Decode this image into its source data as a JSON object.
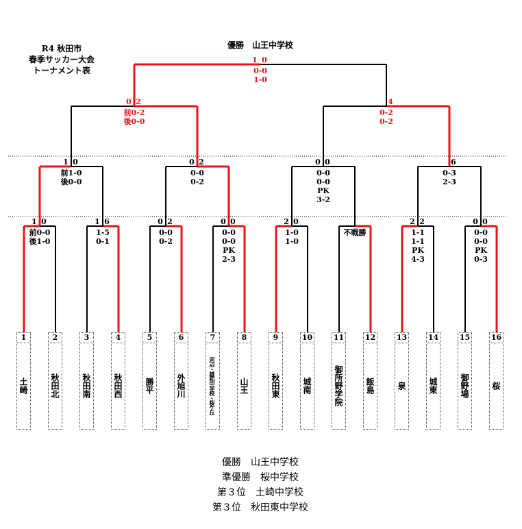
{
  "header": {
    "title_lines": [
      "R4 秋田市",
      "春季サッカー大会",
      "トーナメント表"
    ],
    "champion_label": "優勝　山王中学校"
  },
  "teams": [
    {
      "num": "1",
      "name": "土崎"
    },
    {
      "num": "2",
      "name": "秋田北"
    },
    {
      "num": "3",
      "name": "秋田南"
    },
    {
      "num": "4",
      "name": "秋田西"
    },
    {
      "num": "5",
      "name": "勝平"
    },
    {
      "num": "6",
      "name": "外旭川"
    },
    {
      "num": "7",
      "name": "河辺・雄和中学校・桜ケ丘"
    },
    {
      "num": "8",
      "name": "山王"
    },
    {
      "num": "9",
      "name": "秋田東"
    },
    {
      "num": "10",
      "name": "城南"
    },
    {
      "num": "11",
      "name": "御所野学院"
    },
    {
      "num": "12",
      "name": "飯島"
    },
    {
      "num": "13",
      "name": "泉"
    },
    {
      "num": "14",
      "name": "城東"
    },
    {
      "num": "15",
      "name": "御野場"
    },
    {
      "num": "16",
      "name": "桜"
    }
  ],
  "matches": [
    {
      "id": "r1m1",
      "lscore": "1",
      "rscore": "0",
      "detail": [
        "前0-0",
        "後1-0"
      ],
      "winner": "left",
      "red": true
    },
    {
      "id": "r1m2",
      "lscore": "1",
      "rscore": "6",
      "detail": [
        "1-5",
        "0-1"
      ],
      "winner": "right",
      "red": true
    },
    {
      "id": "r1m3",
      "lscore": "0",
      "rscore": "2",
      "detail": [
        "0-0",
        "0-2"
      ],
      "winner": "right",
      "red": true
    },
    {
      "id": "r1m4",
      "lscore": "0",
      "rscore": "0",
      "detail": [
        "0-0",
        "0-0",
        "PK",
        "2-3"
      ],
      "winner": "right",
      "red": true
    },
    {
      "id": "r1m5",
      "lscore": "2",
      "rscore": "0",
      "detail": [
        "1-0",
        "1-0"
      ],
      "winner": "left",
      "red": true
    },
    {
      "id": "r1m6",
      "lscore": "",
      "rscore": "",
      "detail": [
        "不戦勝"
      ],
      "winner": "right",
      "red": true
    },
    {
      "id": "r1m7",
      "lscore": "2",
      "rscore": "2",
      "detail": [
        "1-1",
        "1-1",
        "PK",
        "4-3"
      ],
      "winner": "left",
      "red": true
    },
    {
      "id": "r1m8",
      "lscore": "0",
      "rscore": "0",
      "detail": [
        "0-0",
        "0-0",
        "PK",
        "0-3"
      ],
      "winner": "right",
      "red": true
    },
    {
      "id": "r2m1",
      "lscore": "1",
      "rscore": "0",
      "detail": [
        "前1-0",
        "後0-0"
      ],
      "winner": "left",
      "red": true
    },
    {
      "id": "r2m2",
      "lscore": "0",
      "rscore": "2",
      "detail": [
        "0-0",
        "0-2"
      ],
      "winner": "right",
      "red": true
    },
    {
      "id": "r2m3",
      "lscore": "0",
      "rscore": "0",
      "detail": [
        "0-0",
        "0-0",
        "PK",
        "3-2"
      ],
      "winner": "right",
      "red": false
    },
    {
      "id": "r2m4",
      "lscore": "",
      "rscore": "6",
      "detail": [
        "0-3",
        "2-3"
      ],
      "winner": "right",
      "red": false
    },
    {
      "id": "r3m1",
      "lscore": "0",
      "rscore": "2",
      "detail": [
        "前0-2",
        "後0-0"
      ],
      "winner": "right",
      "red": true
    },
    {
      "id": "r3m2",
      "lscore": "",
      "rscore": "4",
      "detail": [
        "0-2",
        "0-2"
      ],
      "winner": "right",
      "red": true
    },
    {
      "id": "final",
      "lscore": "1",
      "rscore": "0",
      "detail": [
        "0-0",
        "1-0"
      ],
      "winner": "left",
      "red": true
    }
  ],
  "results": [
    "優勝　山王中学校",
    "準優勝　桜中学校",
    "第３位　土崎中学校",
    "第３位　秋田東中学校"
  ],
  "colors": {
    "win": "#e8141a",
    "line": "#000000"
  }
}
